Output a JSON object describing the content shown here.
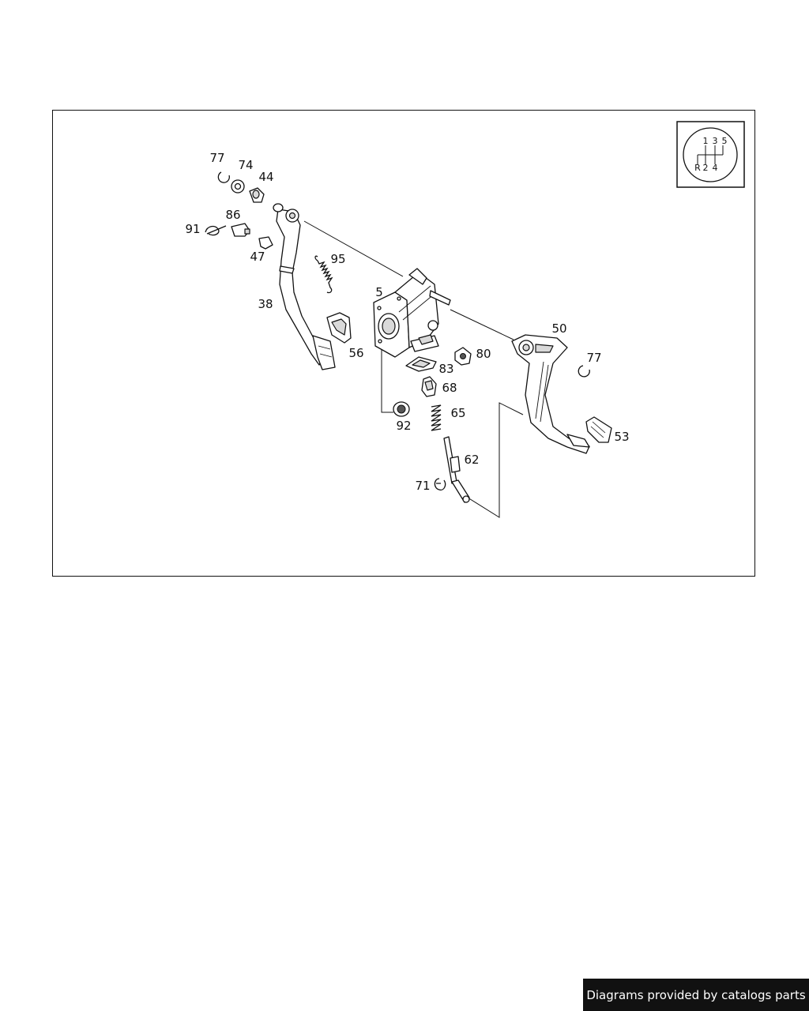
{
  "diagram": {
    "callouts": [
      {
        "id": "77a",
        "text": "77"
      },
      {
        "id": "74",
        "text": "74"
      },
      {
        "id": "44",
        "text": "44"
      },
      {
        "id": "86",
        "text": "86"
      },
      {
        "id": "91",
        "text": "91"
      },
      {
        "id": "47",
        "text": "47"
      },
      {
        "id": "95",
        "text": "95"
      },
      {
        "id": "38",
        "text": "38"
      },
      {
        "id": "5",
        "text": "5"
      },
      {
        "id": "56",
        "text": "56"
      },
      {
        "id": "50",
        "text": "50"
      },
      {
        "id": "77b",
        "text": "77"
      },
      {
        "id": "80",
        "text": "80"
      },
      {
        "id": "83",
        "text": "83"
      },
      {
        "id": "68",
        "text": "68"
      },
      {
        "id": "65",
        "text": "65"
      },
      {
        "id": "92",
        "text": "92"
      },
      {
        "id": "53",
        "text": "53"
      },
      {
        "id": "62",
        "text": "62"
      },
      {
        "id": "71",
        "text": "71"
      }
    ],
    "gear_pattern": {
      "top_row": [
        "1",
        "3",
        "5"
      ],
      "bottom_row": [
        "R",
        "2",
        "4"
      ]
    }
  },
  "footer": {
    "credit": "Diagrams provided by catalogs parts"
  }
}
